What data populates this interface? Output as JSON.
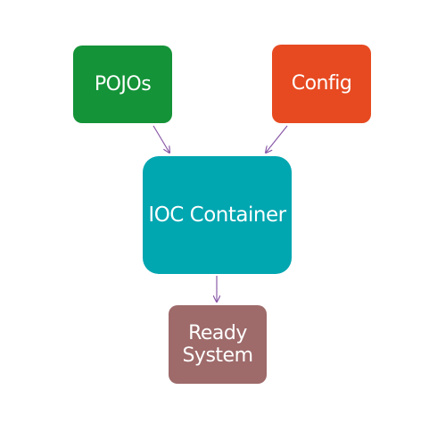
{
  "nodes": {
    "pojos": {
      "label": "POJOs",
      "color": "#149338"
    },
    "config": {
      "label": "Config",
      "color": "#e74a21"
    },
    "ioc": {
      "label": "IOC Container",
      "color": "#00a6b0"
    },
    "ready": {
      "label": "Ready\nSystem",
      "color": "#9e6a6a"
    }
  },
  "edges": [
    {
      "from": "pojos",
      "to": "ioc"
    },
    {
      "from": "config",
      "to": "ioc"
    },
    {
      "from": "ioc",
      "to": "ready"
    }
  ],
  "colors": {
    "arrow": "#8a5aa8",
    "background": "#ffffff"
  }
}
